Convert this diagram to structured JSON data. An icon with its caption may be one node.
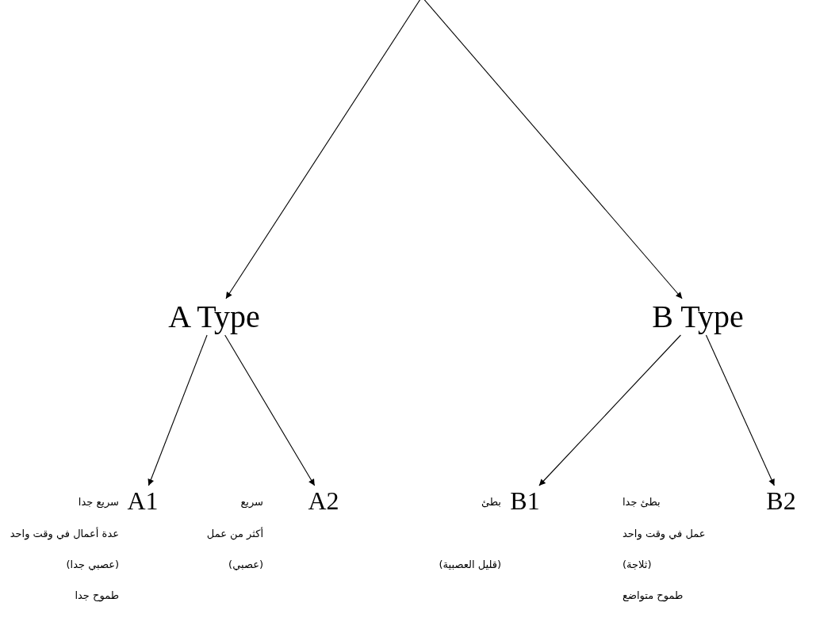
{
  "diagram": {
    "nodes": [
      {
        "text": [
          "A Type"
        ]
      },
      {
        "text": [
          "B Type"
        ]
      },
      {
        "text": [
          "A1"
        ],
        "beside": [
          "سريع جدا",
          "عدة أعمال في وقت واحد",
          "(عصبي جدا)",
          "طموح جدا"
        ]
      },
      {
        "text": [
          "A2"
        ],
        "beside": [
          "سريع",
          "أكثر من عمل",
          "(عصبي)"
        ]
      },
      {
        "text": [
          "B1"
        ],
        "beside": [
          "بطئ"
        ]
      },
      {
        "text": [
          "B2"
        ],
        "beside": [
          "بطئ جدا",
          "عمل في وقت واحد",
          "(ثلاجة)",
          "طموح متواضع"
        ]
      }
    ],
    "edges": [
      {
        "from": null,
        "to": 0,
        "arrow": "to"
      },
      {
        "from": null,
        "to": 1,
        "arrow": "to"
      },
      {
        "from": 0,
        "to": 2,
        "arrow": "to"
      },
      {
        "from": 0,
        "to": 3,
        "arrow": "to"
      },
      {
        "from": 1,
        "to": 4,
        "arrow": "to"
      },
      {
        "from": 1,
        "to": 5,
        "arrow": "to"
      }
    ],
    "labels": [
      "(قليل العصبية)"
    ]
  }
}
